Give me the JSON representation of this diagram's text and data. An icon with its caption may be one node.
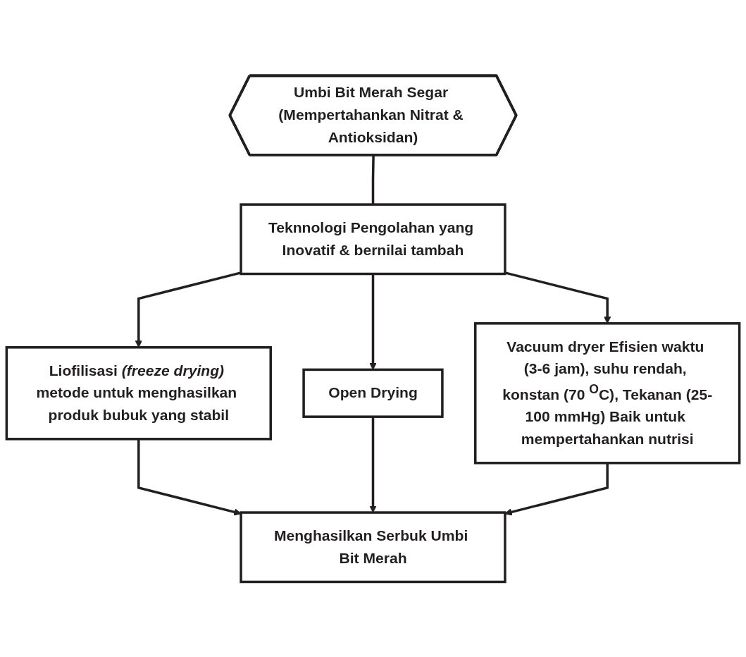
{
  "diagram": {
    "nodes": [
      {
        "text": [
          "Umbi Bit Merah Segar (Mempertahankan Nitrat & Antioksidan)"
        ]
      },
      {
        "text": [
          "Teknnologi Pengolahan yang Inovatif & bernilai tambah"
        ]
      },
      {
        "text": [
          "Liofilisasi *(freeze drying)* metode untuk menghasilkan produk bubuk yang stabil"
        ]
      },
      {
        "text": [
          "Open Drying"
        ]
      },
      {
        "text": [
          "Vacuum dryer Efisien waktu (3-6 jam), suhu rendah, konstan (70 $^{O}$C), Tekanan (25-100 mmHg) Baik untuk mempertahankan nutrisi"
        ]
      },
      {
        "text": [
          "Menghasilkan Serbuk Umbi Bit Merah"
        ]
      }
    ],
    "edges": [
      {
        "from": 0,
        "to": 1,
        "arrow": "none"
      },
      {
        "from": 1,
        "to": 2,
        "arrow": "to"
      },
      {
        "from": 1,
        "to": 3,
        "arrow": "to"
      },
      {
        "from": 1,
        "to": 4,
        "arrow": "to"
      },
      {
        "from": 2,
        "to": 5,
        "arrow": "to"
      },
      {
        "from": 3,
        "to": 5,
        "arrow": "to"
      },
      {
        "from": 4,
        "to": 5,
        "arrow": "to"
      }
    ]
  }
}
